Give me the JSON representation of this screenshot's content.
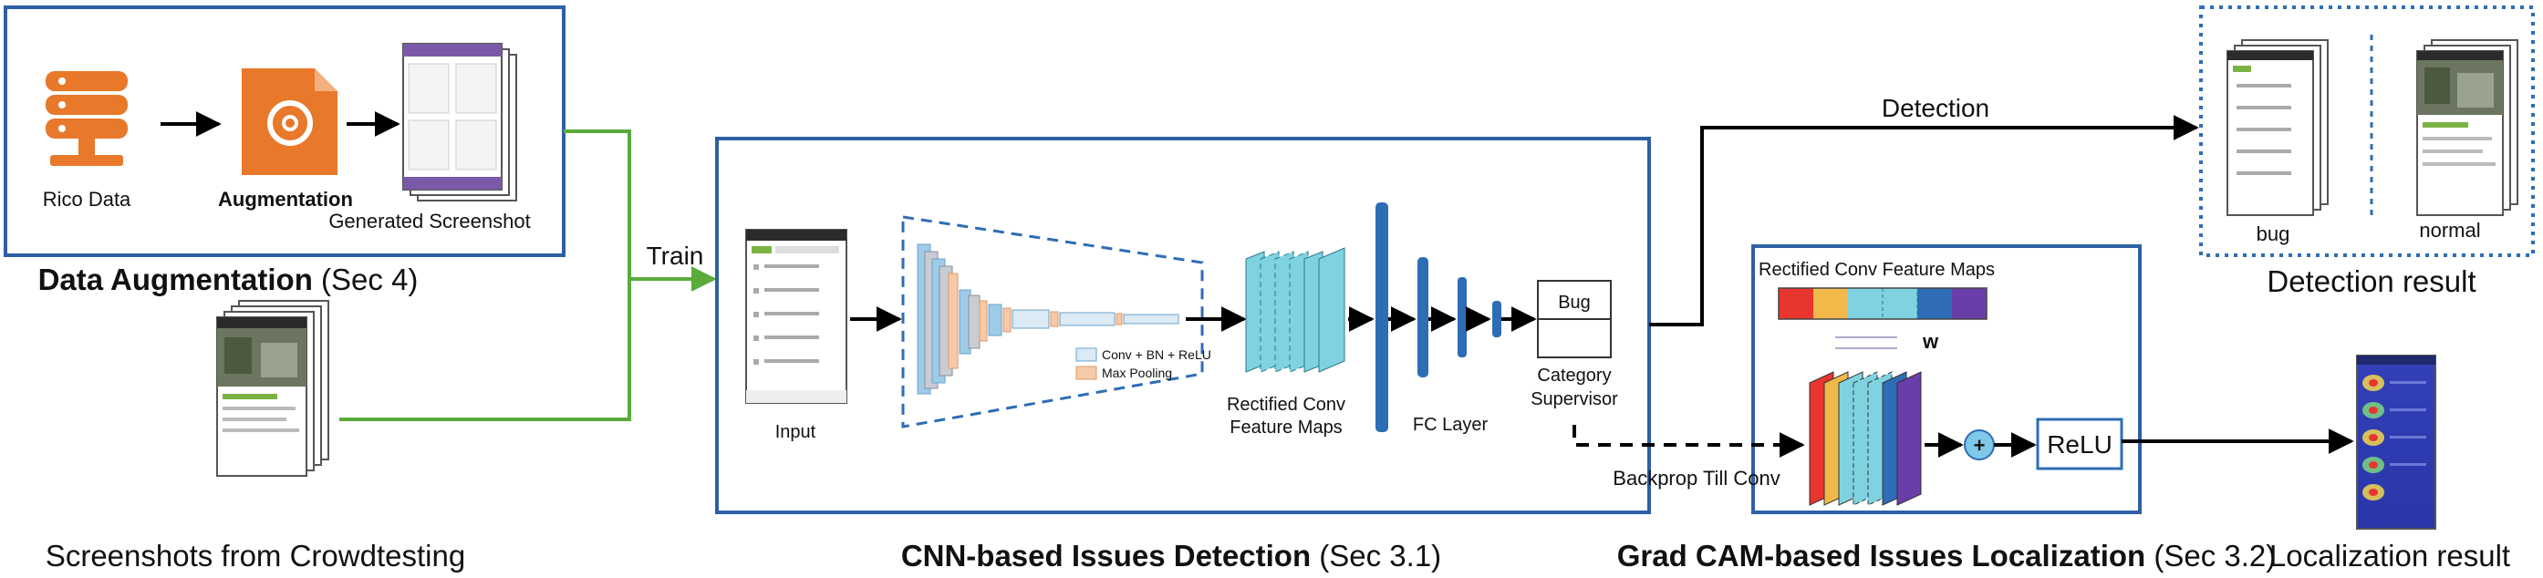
{
  "augmentation": {
    "rico_label": "Rico Data",
    "augmentation_label": "Augmentation",
    "generated_label": "Generated Screenshot",
    "section_title": "Data Augmentation",
    "section_ref": " (Sec 4)"
  },
  "crowd": {
    "label": "Screenshots from Crowdtesting"
  },
  "train_label": "Train",
  "cnn": {
    "input_label": "Input",
    "legend_conv": "Conv + BN + ReLU",
    "legend_pool": "Max Pooling",
    "rectified_line1": "Rectified Conv",
    "rectified_line2": "Feature Maps",
    "fc_label": "FC Layer",
    "bug_label": "Bug",
    "supervisor_line1": "Category",
    "supervisor_line2": "Supervisor",
    "section_title": "CNN-based Issues Detection",
    "section_ref": " (Sec 3.1)"
  },
  "detection": {
    "arrow_label": "Detection",
    "bug_label": "bug",
    "normal_label": "normal",
    "result_label": "Detection result"
  },
  "gradcam": {
    "maps_title": "Rectified Conv Feature Maps",
    "w_label": "w",
    "backprop_label": "Backprop Till Conv",
    "plus_symbol": "+",
    "relu_label": "ReLU",
    "section_title": "Grad CAM-based Issues Localization",
    "section_ref": " (Sec 3.2)"
  },
  "localization": {
    "result_label": "Localization result"
  },
  "colors": {
    "frame_blue": "#2e5fa4",
    "train_green": "#5aab3c",
    "augment_orange": "#e8782a",
    "teal": "#7fd3e0",
    "fc_blue": "#2e6db6"
  }
}
